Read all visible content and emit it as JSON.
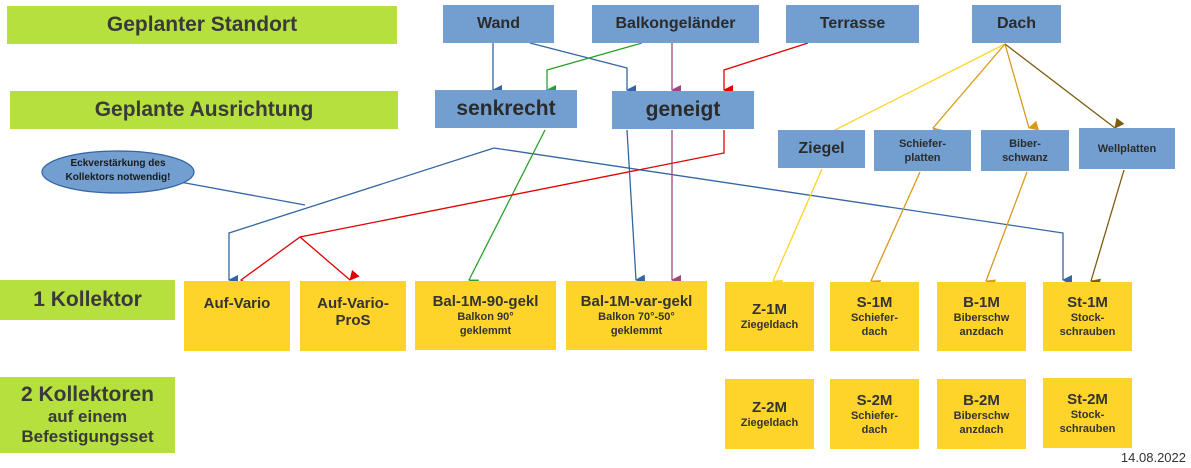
{
  "rows": {
    "standort": "Geplanter Standort",
    "ausrichtung": "Geplante Ausrichtung",
    "kollektor1": "1 Kollektor",
    "kollektor2_line1": "2 Kollektoren",
    "kollektor2_line2": "auf einem",
    "kollektor2_line3": "Befestigungsset"
  },
  "standorte": {
    "wand": "Wand",
    "balkon": "Balkongeländer",
    "terrasse": "Terrasse",
    "dach": "Dach"
  },
  "ausrichtung": {
    "senkrecht": "senkrecht",
    "geneigt": "geneigt"
  },
  "dachtypen": {
    "ziegel": "Ziegel",
    "schiefer_1": "Schiefer-",
    "schiefer_2": "platten",
    "biber_1": "Biber-",
    "biber_2": "schwanz",
    "wellplatten": "Wellplatten"
  },
  "callout": {
    "line1": "Eckverstärkung des",
    "line2": "Kollektors notwendig!"
  },
  "kollektor1": {
    "aufvario": "Auf-Vario",
    "aufvariopros_1": "Auf-Vario-",
    "aufvariopros_2": "ProS",
    "bal90_title": "Bal-1M-90-gekl",
    "bal90_sub1": "Balkon 90°",
    "bal90_sub2": "geklemmt",
    "balvar_title": "Bal-1M-var-gekl",
    "balvar_sub1": "Balkon 70°-50°",
    "balvar_sub2": "geklemmt",
    "z1_title": "Z-1M",
    "z1_sub": "Ziegeldach",
    "s1_title": "S-1M",
    "s1_sub1": "Schiefer-",
    "s1_sub2": "dach",
    "b1_title": "B-1M",
    "b1_sub1": "Biberschw",
    "b1_sub2": "anzdach",
    "st1_title": "St-1M",
    "st1_sub1": "Stock-",
    "st1_sub2": "schrauben"
  },
  "kollektor2": {
    "z2_title": "Z-2M",
    "z2_sub": "Ziegeldach",
    "s2_title": "S-2M",
    "s2_sub1": "Schiefer-",
    "s2_sub2": "dach",
    "b2_title": "B-2M",
    "b2_sub1": "Biberschw",
    "b2_sub2": "anzdach",
    "st2_title": "St-2M",
    "st2_sub1": "Stock-",
    "st2_sub2": "schrauben"
  },
  "date": "14.08.2022",
  "colors": {
    "blue_line": "#3465a4",
    "green_line": "#2ca02c",
    "red_line": "#e00000",
    "purple_line": "#a1467e",
    "yellow_line": "#ffd42a",
    "orange_line": "#d99a1a",
    "brown_line": "#7f5a10"
  }
}
